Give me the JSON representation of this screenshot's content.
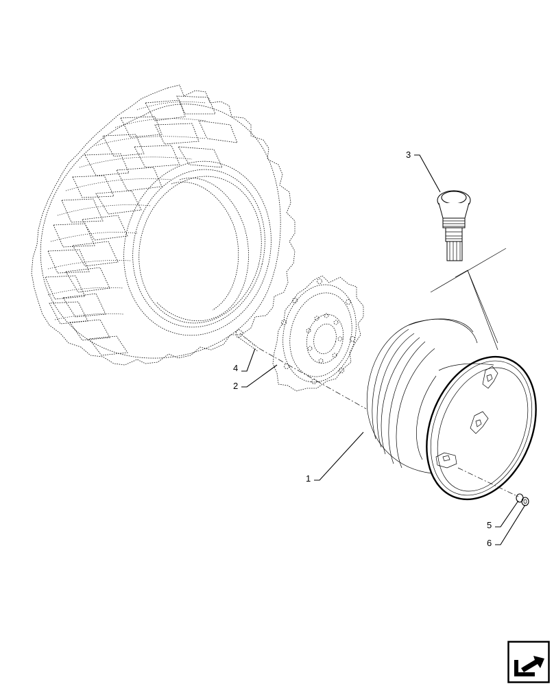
{
  "callouts": {
    "c1": "1",
    "c2": "2",
    "c3": "3",
    "c4": "4",
    "c5": "5",
    "c6": "6"
  },
  "icons": {
    "nav": "next-page-arrow-icon"
  },
  "colors": {
    "line": "#000000",
    "background": "#ffffff"
  }
}
